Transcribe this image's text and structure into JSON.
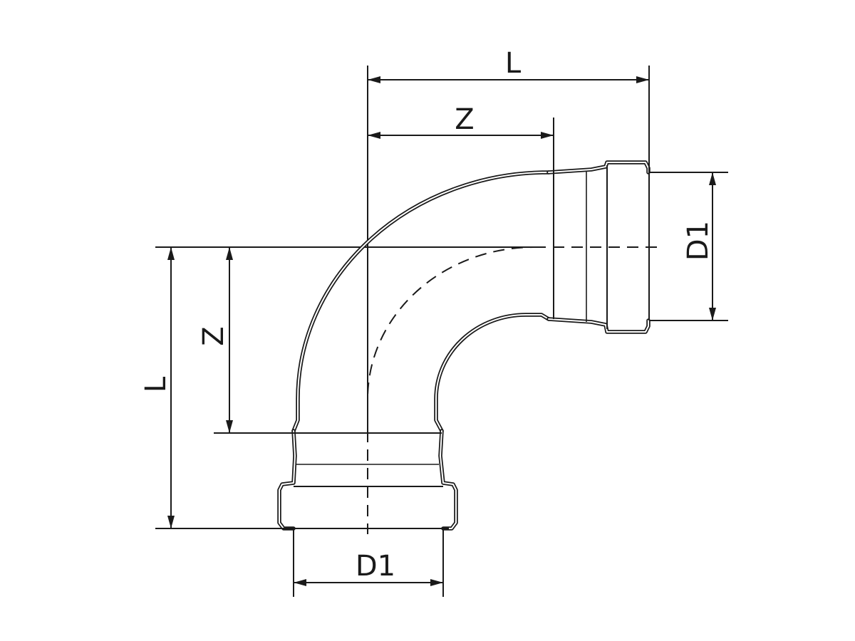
{
  "drawing": {
    "subject": "90° long-radius pipe bend with socket ends",
    "line_color": "#1a1a1a",
    "background": "#ffffff"
  },
  "dimensions": {
    "top_L": {
      "label": "L"
    },
    "top_Z": {
      "label": "Z"
    },
    "right_D1": {
      "label": "D1"
    },
    "left_L": {
      "label": "L"
    },
    "left_Z": {
      "label": "Z"
    },
    "bottom_D1": {
      "label": "D1"
    }
  }
}
